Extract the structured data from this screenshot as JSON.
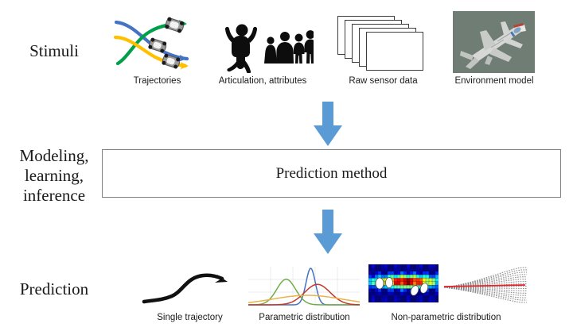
{
  "rows": [
    {
      "key": "stimuli",
      "label": "Stimuli"
    },
    {
      "key": "modeling",
      "label": "Modeling,\nlearning,\ninference"
    },
    {
      "key": "prediction",
      "label": "Prediction"
    }
  ],
  "stimuli": {
    "items": [
      {
        "key": "trajectories",
        "caption": "Trajectories"
      },
      {
        "key": "articulation",
        "caption": "Articulation, attributes"
      },
      {
        "key": "raw-sensor",
        "caption": "Raw sensor data"
      },
      {
        "key": "environment",
        "caption": "Environment model"
      }
    ],
    "trajectory_colors": [
      "#4472C4",
      "#00A04B",
      "#FFC000"
    ],
    "car_color": "#8C8C8C",
    "figure_color": "#0D0D0D",
    "sheet_count": 5,
    "sheet_outline": "#3D3D3D",
    "environment_bg": "#6F7D75",
    "environment_subject": "aircraft-3d-render"
  },
  "modeling": {
    "box_label": "Prediction method",
    "box_border_color": "#7F7F7F"
  },
  "arrows": {
    "color": "#5B9BD5",
    "direction": "down",
    "count": 2
  },
  "prediction": {
    "items": [
      {
        "key": "single-trajectory",
        "caption": "Single trajectory"
      },
      {
        "key": "parametric",
        "caption": "Parametric distribution"
      },
      {
        "key": "non-parametric",
        "caption": "Non-parametric distribution"
      }
    ],
    "single_trajectory_color": "#111111",
    "bundle_line_color": "#7A7A7A",
    "bundle_mean_color": "#E8232A"
  },
  "chart_data": {
    "type": "line",
    "title": "Parametric distribution",
    "xlabel": "",
    "ylabel": "",
    "grid": true,
    "legend": "none",
    "xlim": [
      0,
      10
    ],
    "ylim": [
      0,
      1
    ],
    "series": [
      {
        "name": "blue-narrow",
        "color": "#4472C4",
        "mean": 5.6,
        "sigma": 0.42,
        "peak": 1.0
      },
      {
        "name": "green-left",
        "color": "#70AD47",
        "mean": 3.4,
        "sigma": 0.85,
        "peak": 0.7
      },
      {
        "name": "red-center",
        "color": "#C0392B",
        "mean": 6.2,
        "sigma": 1.15,
        "peak": 0.56
      },
      {
        "name": "orange-flat",
        "color": "#E8B44A",
        "mean": 5.3,
        "sigma": 3.1,
        "peak": 0.26
      }
    ]
  },
  "heatmap_data": {
    "type": "heatmap",
    "title": "Non-parametric distribution",
    "colormap": "jet",
    "cols": 22,
    "rows": 11,
    "marker_color": "#FFFFFF",
    "marker_count": 4
  }
}
